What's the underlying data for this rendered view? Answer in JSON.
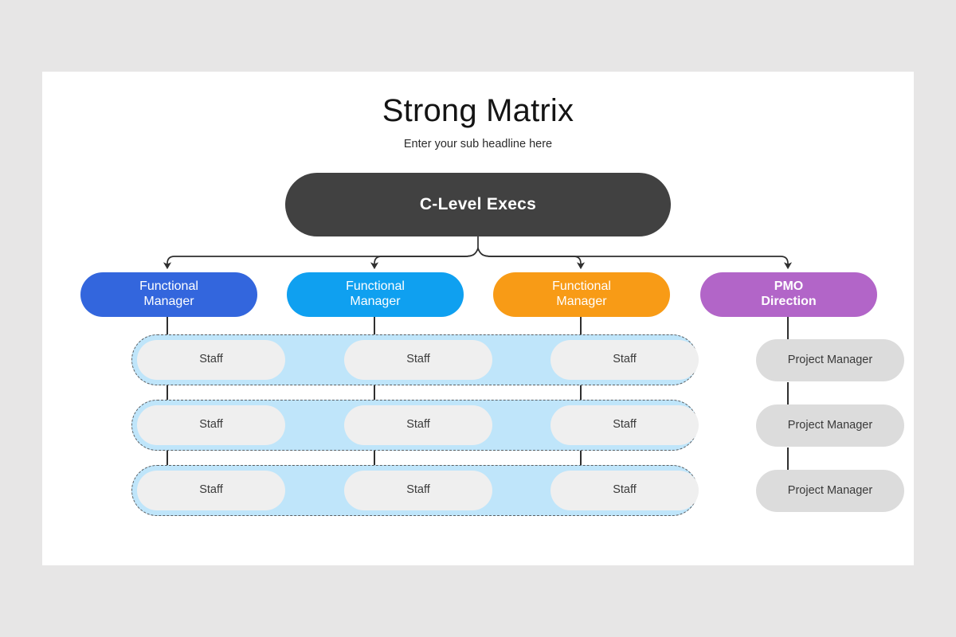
{
  "slide": {
    "title": "Strong Matrix",
    "subtitle": "Enter your sub headline here",
    "background_color": "#e7e6e6",
    "card_color": "#ffffff"
  },
  "root": {
    "label": "C-Level Execs",
    "color": "#414141",
    "text_color": "#ffffff"
  },
  "managers": [
    {
      "label": "Functional\nManager",
      "line1": "Functional",
      "line2": "Manager",
      "color": "#3366dd",
      "bold": false
    },
    {
      "label": "Functional\nManager",
      "line1": "Functional",
      "line2": "Manager",
      "color": "#0fa0f0",
      "bold": false
    },
    {
      "label": "Functional\nManager",
      "line1": "Functional",
      "line2": "Manager",
      "color": "#f89b16",
      "bold": false
    },
    {
      "label": "PMO\nDirection",
      "line1": "PMO",
      "line2": "Direction",
      "color": "#b265c8",
      "bold": true
    }
  ],
  "matrix_bands": [
    {
      "band_color": "#bfe5fa",
      "border_color": "#5a5f63",
      "staff": [
        {
          "label": "Staff"
        },
        {
          "label": "Staff"
        },
        {
          "label": "Staff"
        }
      ]
    },
    {
      "band_color": "#bfe5fa",
      "border_color": "#5a5f63",
      "staff": [
        {
          "label": "Staff"
        },
        {
          "label": "Staff"
        },
        {
          "label": "Staff"
        }
      ]
    },
    {
      "band_color": "#bfe5fa",
      "border_color": "#5a5f63",
      "staff": [
        {
          "label": "Staff"
        },
        {
          "label": "Staff"
        },
        {
          "label": "Staff"
        }
      ]
    }
  ],
  "project_managers": [
    {
      "label": "Project Manager",
      "color": "#dcdcdc"
    },
    {
      "label": "Project Manager",
      "color": "#dcdcdc"
    },
    {
      "label": "Project Manager",
      "color": "#dcdcdc"
    }
  ],
  "connectors": {
    "line_color": "#2f2f2f",
    "arrow_style": "filled-triangle"
  }
}
